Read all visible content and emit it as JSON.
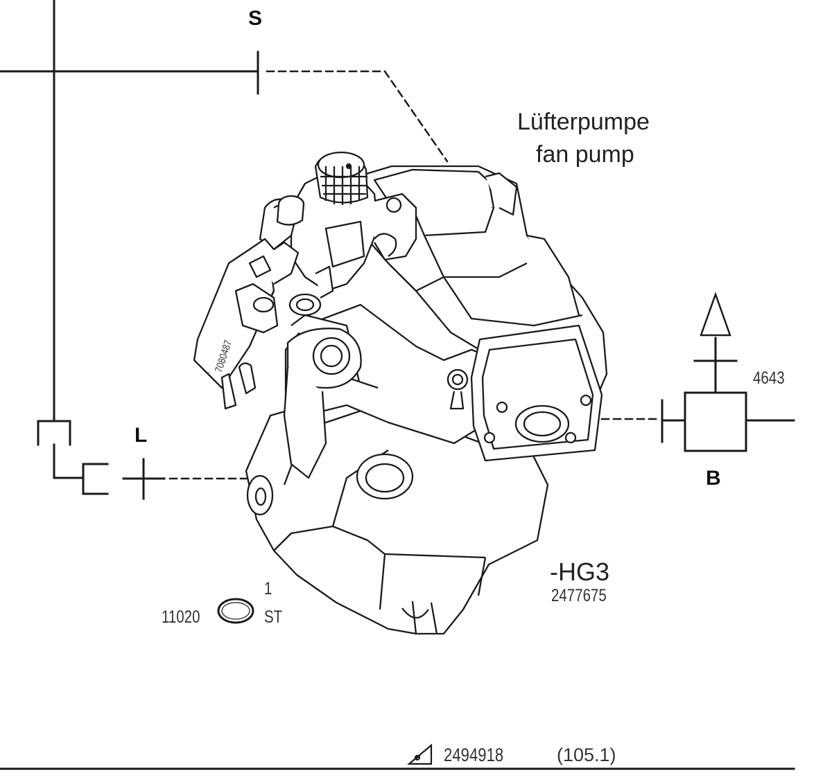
{
  "ports": {
    "s": "S",
    "l": "L",
    "b": "B"
  },
  "component": {
    "name_de": "Lüfterpumpe",
    "name_en": "fan pump",
    "designation": "-HG3",
    "part_number": "2477675",
    "body_marking": "7080487"
  },
  "seal": {
    "part_number": "11020",
    "quantity": "1",
    "unit": "ST"
  },
  "outlet_part_number": "4643",
  "footer": {
    "reference_icon": "reference-arrow-icon",
    "reference_number": "2494918",
    "page_reference": "(105.1)"
  },
  "colors": {
    "line": "#1a1a1a",
    "background": "#ffffff"
  }
}
